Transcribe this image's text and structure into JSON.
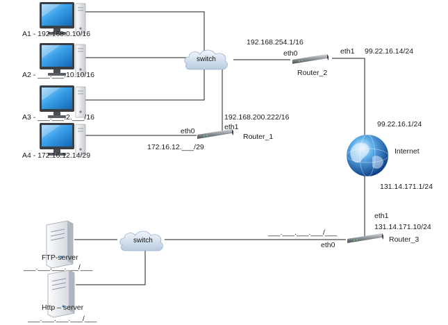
{
  "hosts": {
    "a1": "A1 - 192.168.0.10/16",
    "a2": "A2 - ___.___.10.10/16",
    "a3": "A3 - ___.___.2.___/16",
    "a4": "A4 - 172.16.12.14/29"
  },
  "switches": {
    "top": "switch",
    "bottom": "switch"
  },
  "router1": {
    "name": "Router_1",
    "eth0": "eth0",
    "eth1": "eth1",
    "eth1_ip": "192.168.200.222/16",
    "eth0_ip": "172.16.12.___/29"
  },
  "router2": {
    "name": "Router_2",
    "eth0": "eth0",
    "eth1": "eth1",
    "eth0_ip": "192.168.254.1/16",
    "eth1_ip": "99.22.16.14/24"
  },
  "internet": {
    "name": "Internet",
    "ip_top": "99.22.16.1/24",
    "ip_bottom": "131.14.171.1/24"
  },
  "router3": {
    "name": "Router_3",
    "eth0": "eth0",
    "eth1": "eth1",
    "eth1_ip": "131.14.171.10/24",
    "eth0_ip": "___.___.___.___/___"
  },
  "servers": {
    "ftp_name": "FTP-server",
    "ftp_ip": "___.___.___.___/___",
    "http_name": "Http – server",
    "http_ip": "___.___.___.___/___"
  },
  "colors": {
    "monitor_frame": "#3a3f45",
    "screen": "#2e8fd6",
    "pc_tower": "#f2f3f5",
    "router_body": "#7a7e84",
    "cloud": "#d7e3f2",
    "globe": "#2a6fb8"
  }
}
